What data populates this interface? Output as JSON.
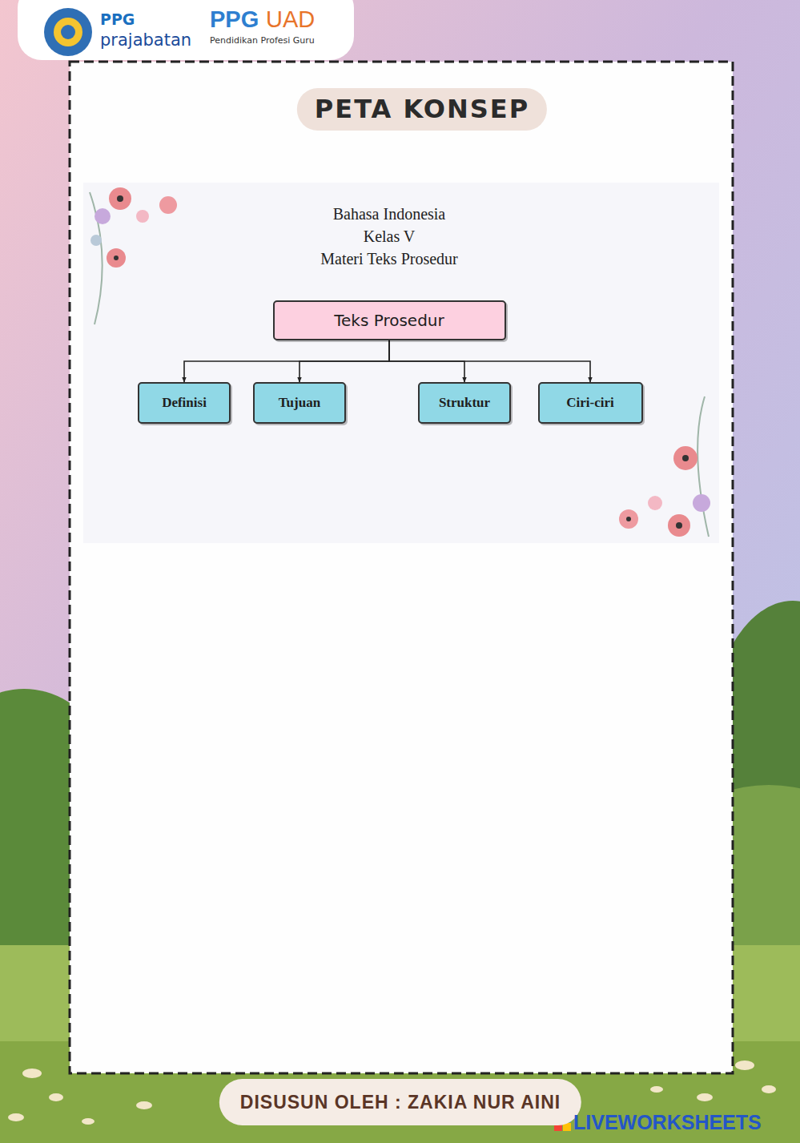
{
  "diagram": {
    "title": "PETA KONSEP",
    "nodes": [
      {
        "text": [
          "Teks Prosedur"
        ]
      },
      {
        "text": [
          "Definisi"
        ]
      },
      {
        "text": [
          "Tujuan"
        ]
      },
      {
        "text": [
          "Struktur"
        ]
      },
      {
        "text": [
          "Ciri-ciri"
        ]
      }
    ],
    "edges": [
      {
        "from": 0,
        "to": 1,
        "arrow": "to"
      },
      {
        "from": 0,
        "to": 2,
        "arrow": "to"
      },
      {
        "from": 0,
        "to": 3,
        "arrow": "to"
      },
      {
        "from": 0,
        "to": 4,
        "arrow": "to"
      }
    ],
    "labels": [
      "PPG",
      "prajabatan",
      "PPG",
      "UAD",
      "Pendidikan Profesi Guru",
      "Bahasa Indonesia",
      "Kelas V",
      "Materi Teks Prosedur",
      "DISUSUN OLEH : ZAKIA NUR AINI",
      "LIVEWORKSHEETS"
    ]
  }
}
